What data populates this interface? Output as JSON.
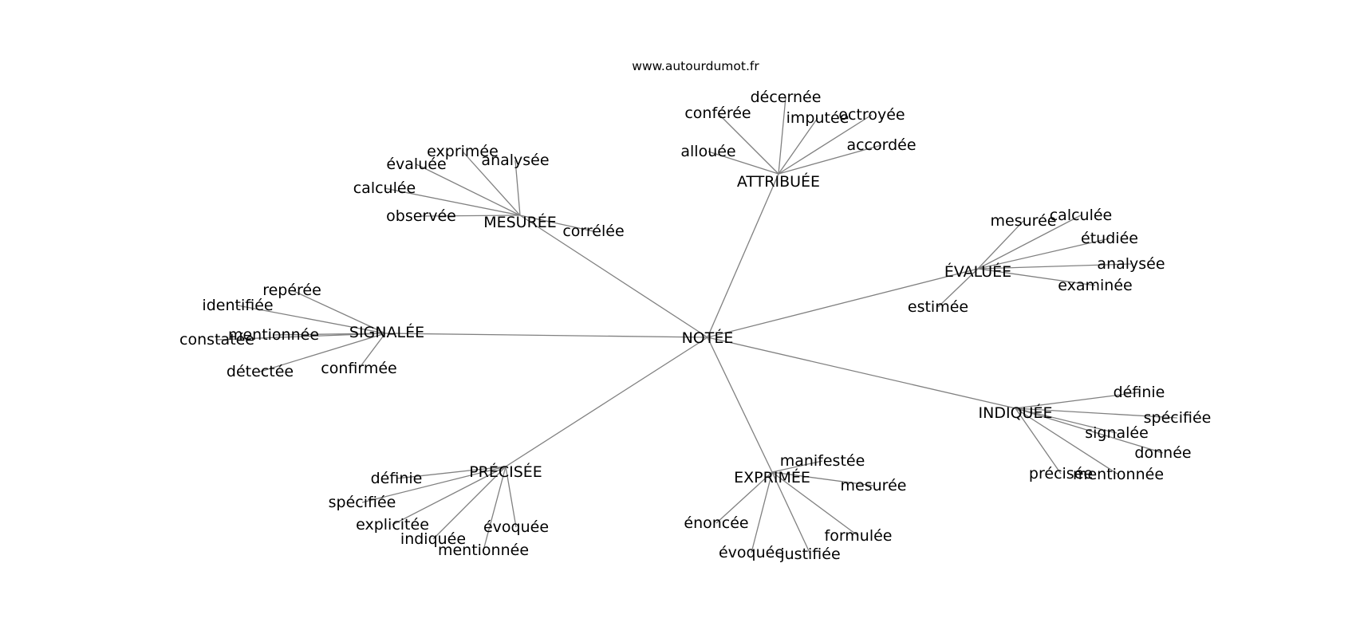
{
  "header": {
    "site": "www.autourdumot.fr"
  },
  "graph": {
    "center": "NOTÉE",
    "clusters": [
      {
        "label": "ATTRIBUÉE",
        "words": [
          "décernée",
          "conférée",
          "imputée",
          "octroyée",
          "accordée",
          "allouée"
        ]
      },
      {
        "label": "MESURÉE",
        "words": [
          "exprimée",
          "évaluée",
          "analysée",
          "calculée",
          "observée",
          "corrélée"
        ]
      },
      {
        "label": "ÉVALUÉE",
        "words": [
          "mesurée",
          "calculée",
          "étudiée",
          "analysée",
          "examinée",
          "estimée"
        ]
      },
      {
        "label": "SIGNALÉE",
        "words": [
          "repérée",
          "identifiée",
          "mentionnée",
          "constatée",
          "détectée",
          "confirmée"
        ]
      },
      {
        "label": "INDIQUÉE",
        "words": [
          "définie",
          "spécifiée",
          "signalée",
          "donnée",
          "précisée",
          "mentionnée"
        ]
      },
      {
        "label": "PRÉCISÉE",
        "words": [
          "définie",
          "spécifiée",
          "explicitée",
          "indiquée",
          "mentionnée",
          "évoquée"
        ]
      },
      {
        "label": "EXPRIMÉE",
        "words": [
          "manifestée",
          "mesurée",
          "énoncée",
          "formulée",
          "évoquée",
          "justifiée"
        ]
      }
    ]
  }
}
